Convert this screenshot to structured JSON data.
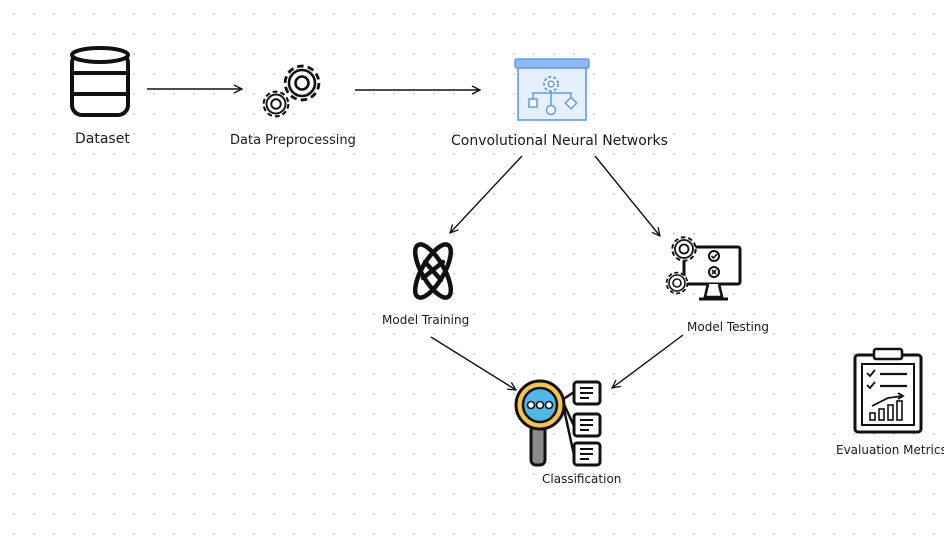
{
  "nodes": {
    "dataset": {
      "label": "Dataset",
      "icon": "database-icon"
    },
    "preprocessing": {
      "label": "Data Preprocessing",
      "icon": "gears-icon"
    },
    "cnn": {
      "label": "Convolutional Neural Networks",
      "icon": "flowchart-board-icon"
    },
    "training": {
      "label": "Model Training",
      "icon": "atom-icon"
    },
    "testing": {
      "label": "Model Testing",
      "icon": "monitor-gears-icon"
    },
    "classification": {
      "label": "Classification",
      "icon": "magnifier-list-icon"
    },
    "evaluation": {
      "label": "Evaluation Metrics",
      "icon": "clipboard-chart-icon"
    }
  },
  "edges": [
    {
      "from": "dataset",
      "to": "preprocessing"
    },
    {
      "from": "preprocessing",
      "to": "cnn"
    },
    {
      "from": "cnn",
      "to": "training"
    },
    {
      "from": "cnn",
      "to": "testing"
    },
    {
      "from": "training",
      "to": "classification"
    },
    {
      "from": "testing",
      "to": "classification"
    }
  ],
  "colors": {
    "ink": "#111111",
    "cnn_accent": "#5b9cf0",
    "cnn_fill": "#e6f0fd",
    "lens_fill": "#4fb8e6",
    "ring_fill": "#f7c348"
  }
}
